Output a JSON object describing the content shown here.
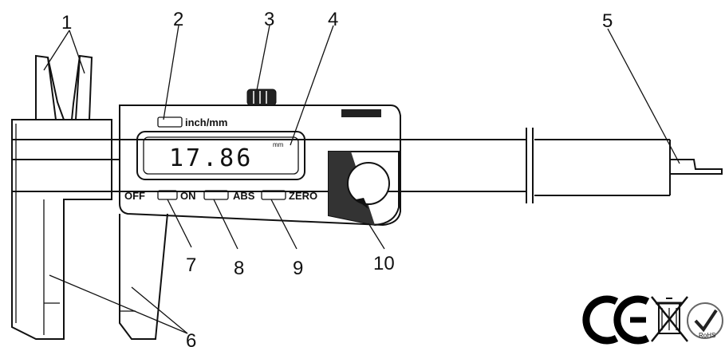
{
  "callouts": {
    "c1": "1",
    "c2": "2",
    "c3": "3",
    "c4": "4",
    "c5": "5",
    "c6": "6",
    "c7": "7",
    "c8": "8",
    "c9": "9",
    "c10": "10"
  },
  "display": {
    "reading": "17.86",
    "unit": "mm"
  },
  "buttons": {
    "unit_label": "inch/mm",
    "off": "OFF",
    "on": "ON",
    "abs": "ABS",
    "zero": "ZERO"
  },
  "marks": {
    "ce": "C€",
    "weee": "crossed-out-bin-icon",
    "rohs": "RoHS"
  }
}
